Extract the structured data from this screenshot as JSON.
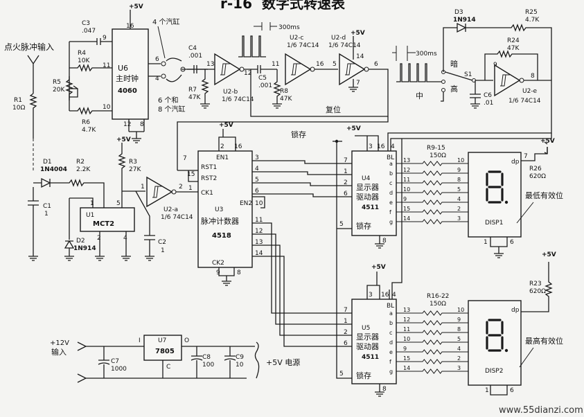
{
  "title": "数字式转速表",
  "title_prefix": "r-16",
  "watermark": "www.55dianzi.com",
  "labels": {
    "ignition_input": "点火脉冲输入",
    "plus5v": "+5V",
    "cyl4": "4 个汽缸",
    "cyl68a": "6 个和",
    "cyl68b": "8 个汽缸",
    "reset": "复位",
    "latch": "锁存",
    "pulse_300ms_a": "300ms",
    "pulse_300ms_b": "300ms",
    "dark": "暗",
    "mid": "中",
    "high": "高",
    "lowest_digit": "最低有效位",
    "highest_digit": "最高有效位",
    "in12v": "+12V",
    "in12v_b": "输入",
    "supply": "+5V 电源"
  },
  "ics": {
    "u6": {
      "ref": "U6",
      "name": "主时钟",
      "part": "4060"
    },
    "u2b": {
      "ref": "U2-b",
      "part": "1/6 74C14"
    },
    "u2c": {
      "ref": "U2-c",
      "part": "1/6 74C14"
    },
    "u2d": {
      "ref": "U2-d",
      "part": "1/6 74C14"
    },
    "u2e": {
      "ref": "U2-e",
      "part": "1/6 74C14"
    },
    "u2a": {
      "ref": "U2-a",
      "part": "1/6 74C14"
    },
    "u3": {
      "ref": "U3",
      "name": "脉冲计数器",
      "part": "4518",
      "pins": [
        "EN1",
        "RST1",
        "RST2",
        "CK1",
        "EN2",
        "CK2"
      ]
    },
    "u4": {
      "ref": "U4",
      "name1": "显示器",
      "name2": "驱动器",
      "part": "4511",
      "latch": "锁存",
      "bl": "BL"
    },
    "u5": {
      "ref": "U5",
      "name1": "显示器",
      "name2": "驱动器",
      "part": "4511",
      "latch": "锁存",
      "bl": "BL"
    },
    "u1": {
      "ref": "U1",
      "part": "MCT2"
    },
    "u7": {
      "ref": "U7",
      "part": "7805",
      "pin_i": "I",
      "pin_o": "O",
      "pin_c": "C"
    },
    "disp1": {
      "ref": "DISP1",
      "dp": "dp"
    },
    "disp2": {
      "ref": "DISP2",
      "dp": "dp"
    }
  },
  "components": {
    "c3": {
      "ref": "C3",
      "val": ".047"
    },
    "r4": {
      "ref": "R4",
      "val": "10K"
    },
    "r5": {
      "ref": "R5",
      "val": "20K"
    },
    "r6": {
      "ref": "R6",
      "val": "4.7K"
    },
    "r1": {
      "ref": "R1",
      "val": "10Ω"
    },
    "c4": {
      "ref": "C4",
      "val": ".001"
    },
    "r7": {
      "ref": "R7",
      "val": "47K"
    },
    "c5": {
      "ref": "C5",
      "val": ".001"
    },
    "r8": {
      "ref": "R8",
      "val": "47K"
    },
    "d3": {
      "ref": "D3",
      "val": "1N914"
    },
    "r25": {
      "ref": "R25",
      "val": "4.7K"
    },
    "r24": {
      "ref": "R24",
      "val": "47K"
    },
    "s1": {
      "ref": "S1"
    },
    "c6": {
      "ref": "C6",
      "val": ".01"
    },
    "d1": {
      "ref": "D1",
      "val": "1N4004"
    },
    "r2": {
      "ref": "R2",
      "val": "2.2K"
    },
    "r3": {
      "ref": "R3",
      "val": "27K"
    },
    "c1": {
      "ref": "C1",
      "val": "1"
    },
    "d2": {
      "ref": "D2",
      "val": "1N914"
    },
    "c2": {
      "ref": "C2",
      "val": "1"
    },
    "r915": {
      "ref": "R9-15",
      "val": "150Ω"
    },
    "r1622": {
      "ref": "R16-22",
      "val": "150Ω"
    },
    "r26": {
      "ref": "R26",
      "val": "620Ω"
    },
    "r23": {
      "ref": "R23",
      "val": "620Ω"
    },
    "c7": {
      "ref": "C7",
      "val": "1000"
    },
    "c8": {
      "ref": "C8",
      "val": "100"
    },
    "c9": {
      "ref": "C9",
      "val": "10"
    }
  },
  "segments": [
    "a",
    "b",
    "c",
    "d",
    "e",
    "f",
    "g"
  ],
  "driver_out_pins": [
    "13",
    "12",
    "11",
    "10",
    "9",
    "15",
    "14"
  ],
  "disp_in_pins": [
    "10",
    "9",
    "8",
    "5",
    "4",
    "2",
    "3"
  ],
  "driver_in_pins": [
    "7",
    "1",
    "2",
    "6"
  ],
  "u3_pins_top": [
    "3",
    "4",
    "5",
    "6"
  ],
  "u3_pins_bot": [
    "11",
    "12",
    "13",
    "14"
  ]
}
